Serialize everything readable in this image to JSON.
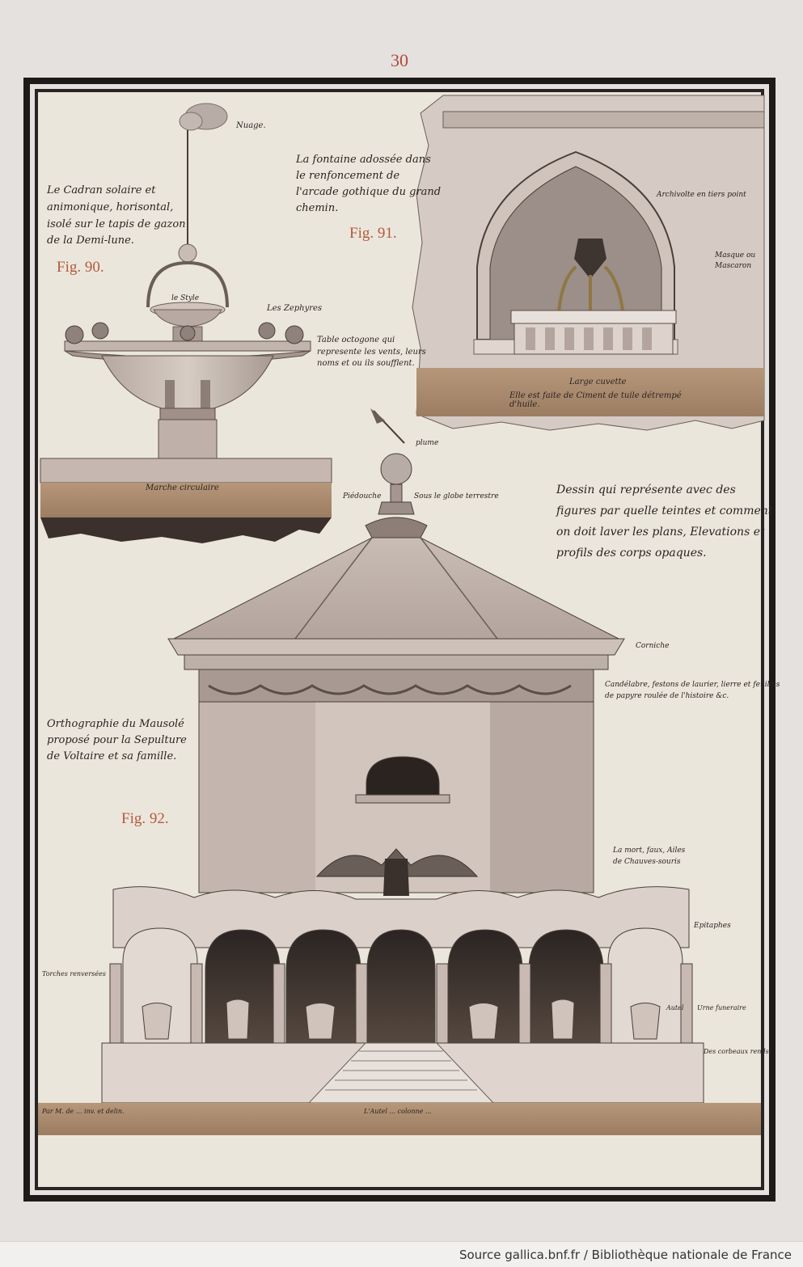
{
  "page_number": "30",
  "notes": {
    "fig90_title": "Le Cadran solaire et animonique, horisontal, isolé sur le tapis de gazon de la Demi-lune.",
    "fig90_label": "Fig. 90.",
    "nuage": "Nuage.",
    "style": "le Style",
    "zephyres": "Les Zephyres",
    "table_octogone": "Table octogone qui represente les vents, leurs noms et ou ils soufflent.",
    "marche_circulaire": "Marche circulaire",
    "fig91_title": "La fontaine adossée dans le renfoncement de l'arcade gothique du grand chemin.",
    "fig91_label": "Fig. 91.",
    "archivolte": "Archivolte en tiers point",
    "masque": "Masque ou Mascaron",
    "large_cuvette": "Large cuvette",
    "ciment": "Elle est faite de Ciment de tuile détrempé d'huile.",
    "plume": "plume",
    "piedouche": "Piédouche",
    "sous_globe": "Sous le globe terrestre",
    "dessin": "Dessin qui représente avec des figures par quelle teintes et comment on doit laver les plans, Elevations et profils des corps opaques.",
    "corniche": "Corniche",
    "candelabre": "Candélabre, festons de laurier, lierre et feuilles de papyre roulée de l'histoire &c.",
    "ortho_title": "Orthographie du Mausolé proposé pour la Sepulture de Voltaire et sa famille.",
    "fig92_label": "Fig. 92.",
    "la_mort": "La mort, faux, Ailes de Chauves-souris",
    "epitaphes": "Epitaphes",
    "torches": "Torches renversées",
    "urne": "Urne funeraire",
    "autel": "Autel",
    "corbeaux": "Des corbeaux rends",
    "signature": "Par M. de ... inv. et delin.",
    "lautel": "L'Autel ... colonne ..."
  },
  "source": "Source gallica.bnf.fr  /  Bibliothèque nationale de France",
  "colors": {
    "ink": "#2a2220",
    "sepia_ground": "#a8876a",
    "stone": "#c8bcb4",
    "red_label": "#b45a3e",
    "frame": "#1e1a1a"
  }
}
